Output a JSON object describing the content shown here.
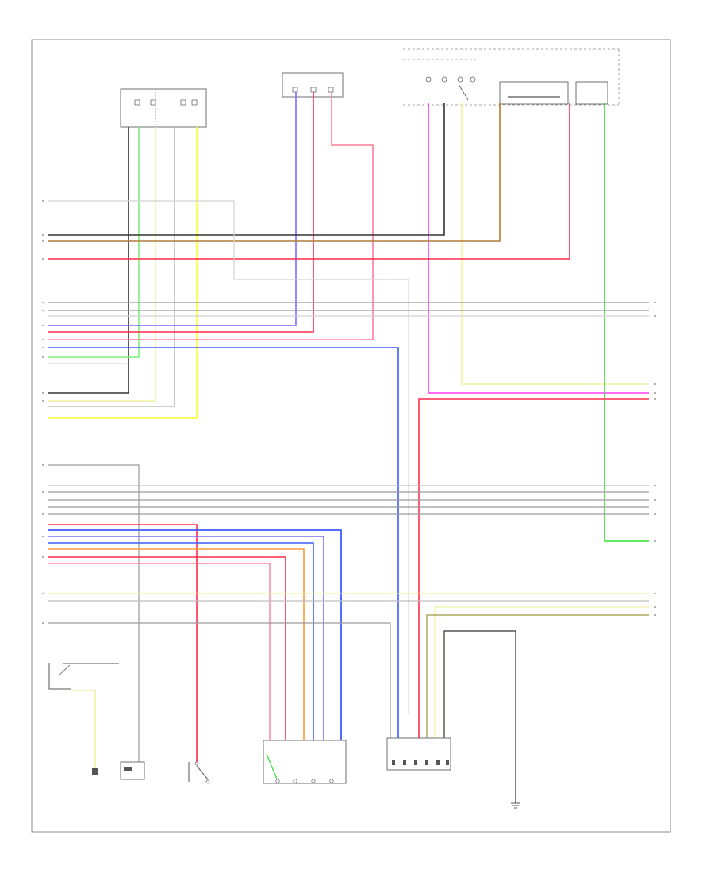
{
  "diagram": {
    "footer_code": "",
    "colors": {
      "black": "#333333",
      "gray": "#9a9a9a",
      "light_gray": "#bdbdbd",
      "white": "#d2d2d2",
      "red": "#ff2b4a",
      "pink": "#ff7f9a",
      "blue": "#3f5cff",
      "violet": "#7a6cff",
      "green": "#2ee02e",
      "light_green": "#7cf07c",
      "yellow": "#ffff3a",
      "pale_yellow": "#f1f0a0",
      "orange": "#ff9a3a",
      "brown": "#b07a3a",
      "magenta": "#ff3bff",
      "olive": "#9a9a3a"
    },
    "components": [
      {
        "id": "sensor-left-top",
        "label": ""
      },
      {
        "id": "sensor-center-top",
        "label": ""
      },
      {
        "id": "switch-bank-top-right",
        "label": ""
      },
      {
        "id": "module-right-a",
        "label": ""
      },
      {
        "id": "module-right-b",
        "label": ""
      },
      {
        "id": "ground-switch-left",
        "label": ""
      },
      {
        "id": "sensor-bottom-left",
        "label": ""
      },
      {
        "id": "switch-bottom-mid",
        "label": ""
      },
      {
        "id": "connector-bottom-center",
        "label": ""
      },
      {
        "id": "connector-bottom-right",
        "label": ""
      },
      {
        "id": "ground-bottom-right",
        "label": ""
      }
    ],
    "wire_labels": []
  }
}
